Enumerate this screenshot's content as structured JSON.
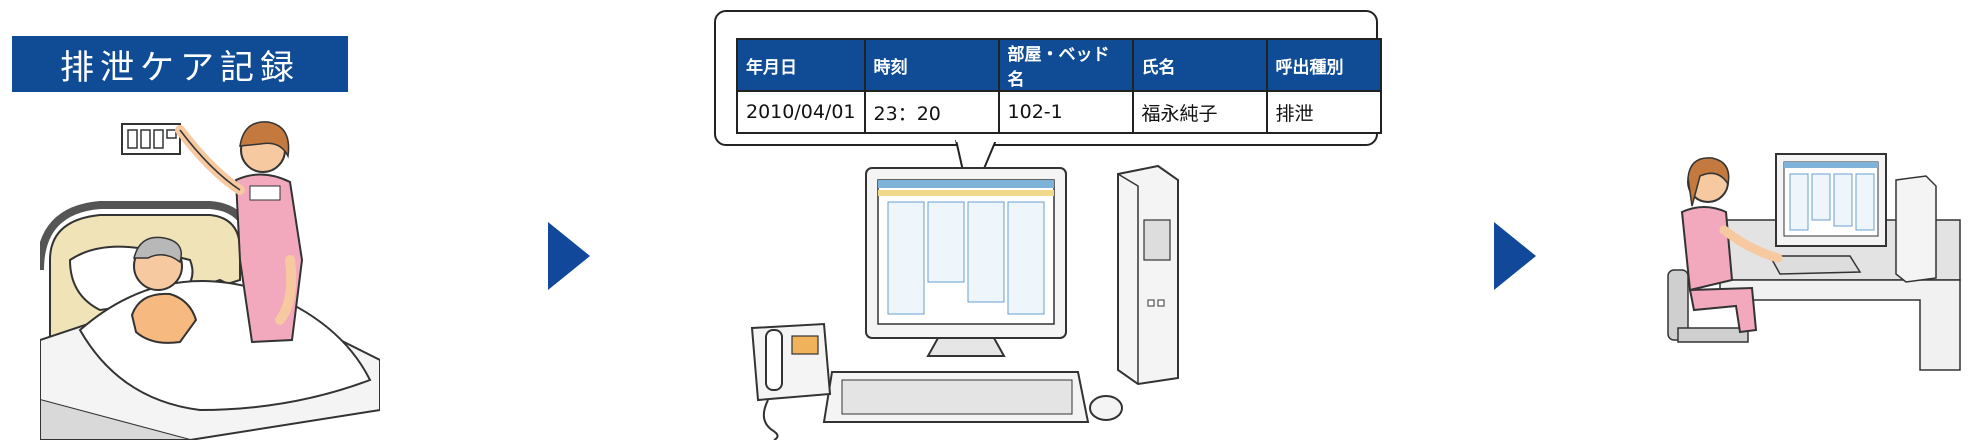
{
  "title": "排泄ケア記録",
  "colors": {
    "accent": "#0f4c95",
    "arrow": "#12489a",
    "skin": "#f6c9a0",
    "pink": "#f2a9bd"
  },
  "record": {
    "headers": [
      "年月日",
      "時刻",
      "部屋・ベッド名",
      "氏名",
      "呼出種別"
    ],
    "row": [
      "2010/04/01",
      "23：20",
      "102-1",
      "福永純子",
      "排泄"
    ]
  },
  "icons": [
    "nurse-call-scene-icon",
    "arrow-right-icon",
    "computer-system-icon",
    "nurse-at-computer-icon"
  ]
}
